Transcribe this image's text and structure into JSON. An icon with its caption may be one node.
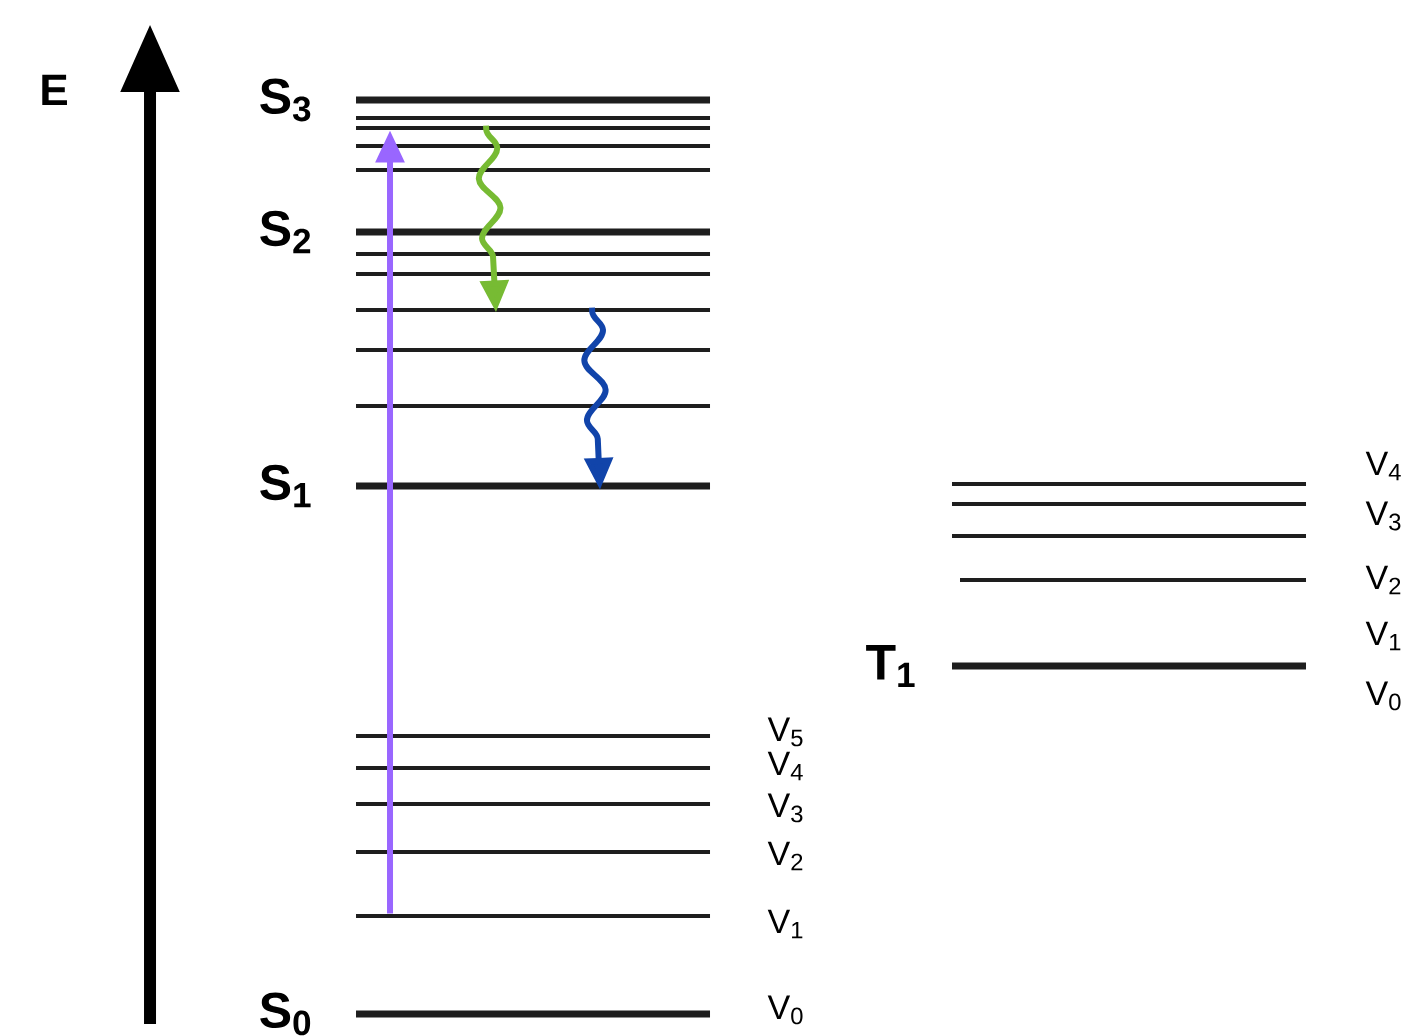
{
  "diagram": {
    "nodes": [
      {
        "text": [
          "S$_{3}$"
        ]
      },
      {
        "text": [],
        "shape": "bar"
      },
      {
        "text": [],
        "shape": "bar"
      },
      {
        "text": [],
        "shape": "bar"
      },
      {
        "text": [],
        "shape": "bar"
      },
      {
        "text": [
          "S$_{2}$"
        ]
      },
      {
        "text": [],
        "shape": "bar"
      },
      {
        "text": [],
        "shape": "bar"
      },
      {
        "text": [],
        "shape": "bar"
      },
      {
        "text": [],
        "shape": "bar"
      },
      {
        "text": [],
        "shape": "bar"
      },
      {
        "text": [
          "S$_{1}$"
        ]
      },
      {
        "text": [],
        "shape": "bar"
      },
      {
        "text": [],
        "shape": "bar"
      },
      {
        "text": [],
        "shape": "bar"
      },
      {
        "text": [],
        "shape": "bar"
      },
      {
        "text": [
          "T$_{1}$"
        ]
      },
      {
        "text": [],
        "shape": "bar"
      },
      {
        "text": [],
        "shape": "bar"
      },
      {
        "text": [],
        "shape": "bar"
      },
      {
        "text": [],
        "shape": "bar"
      },
      {
        "text": [],
        "shape": "bar"
      },
      {
        "text": [
          "S$_{0}$"
        ]
      }
    ],
    "edges": [
      {
        "from": 21,
        "to": 2,
        "arrow": "to",
        "color": "#9966ff"
      },
      {
        "from": 2,
        "to": 8,
        "arrow": "to",
        "color": "#77bb33"
      },
      {
        "from": 8,
        "to": 11,
        "arrow": "to",
        "color": "#1144aa"
      }
    ],
    "labels": [
      "E",
      "V$_{4}$",
      "V$_{3}$",
      "V$_{2}$",
      "V$_{1}$",
      "V$_{0}$",
      "V$_{5}$",
      "V$_{4}$",
      "V$_{3}$",
      "V$_{2}$",
      "V$_{1}$",
      "V$_{0}$"
    ]
  }
}
